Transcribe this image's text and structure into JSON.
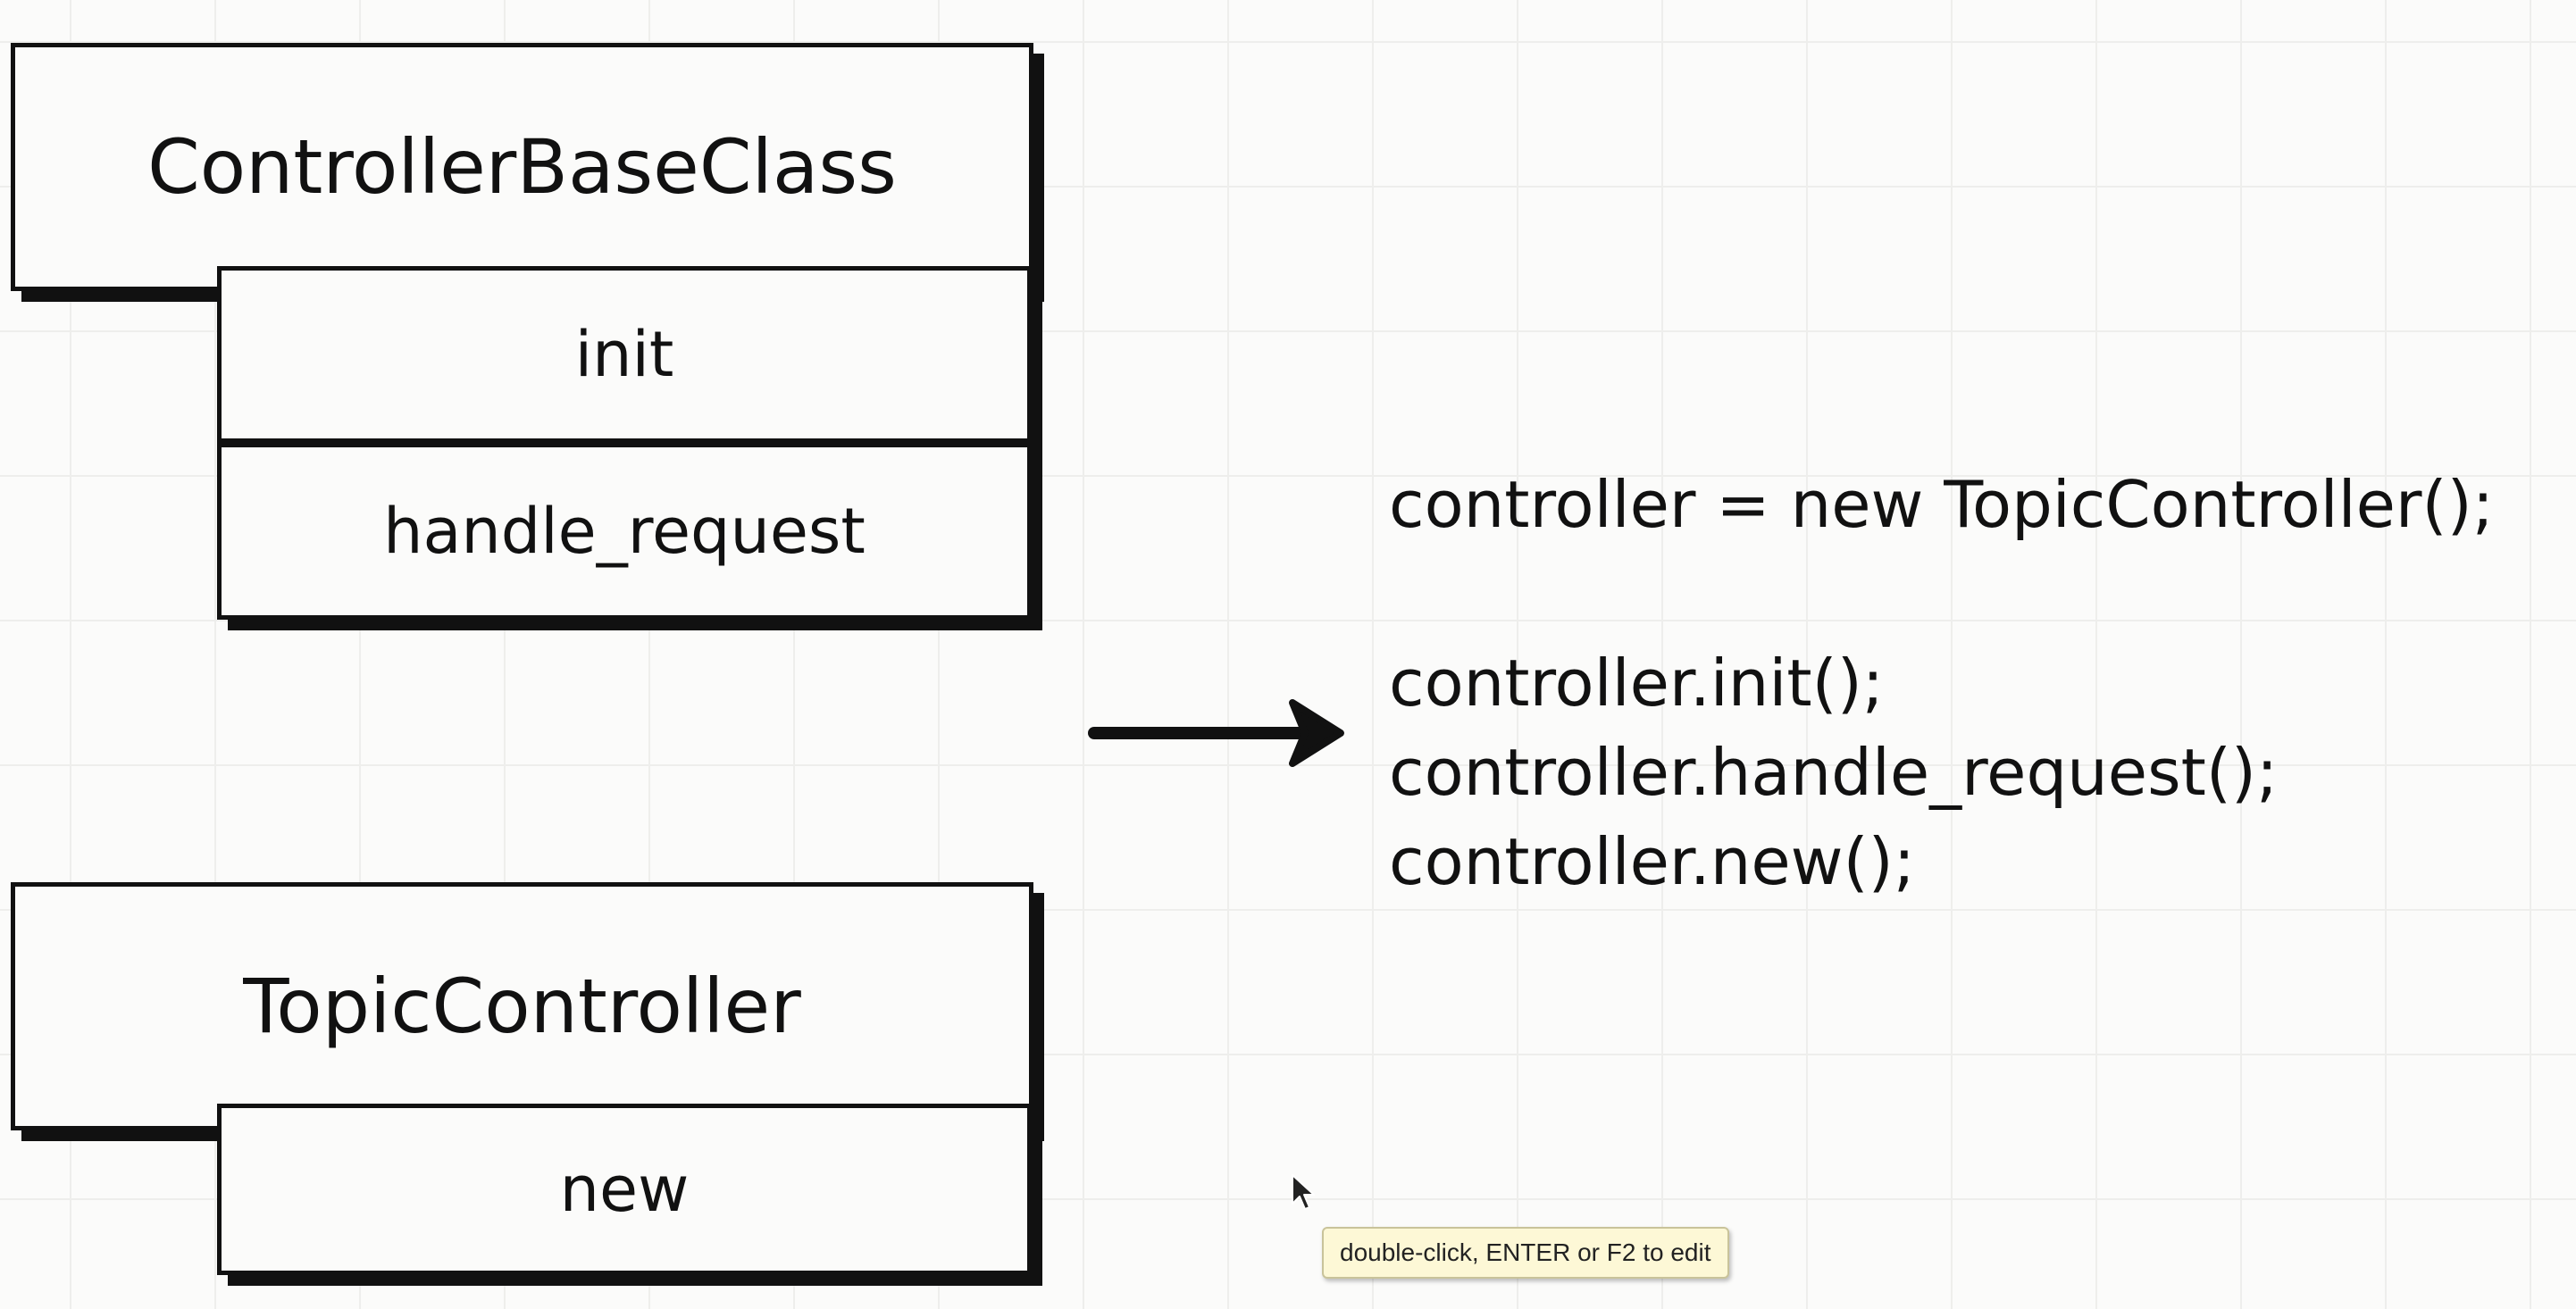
{
  "diagram": {
    "base_class": {
      "title": "ControllerBaseClass",
      "methods": [
        "init",
        "handle_request"
      ]
    },
    "sub_class": {
      "title": "TopicController",
      "methods": [
        "new"
      ]
    },
    "code": {
      "lines": [
        "controller = new TopicController();",
        "controller.init();",
        "controller.handle_request();",
        "controller.new();"
      ]
    }
  },
  "tooltip": {
    "text": "double-click, ENTER or F2 to edit"
  },
  "colors": {
    "ink": "#111111",
    "background": "#fbfbfa",
    "grid": "#eeeeec",
    "tooltip_bg": "#fdf8d6"
  },
  "icons": {
    "arrow": "right-arrow-icon",
    "cursor": "mouse-pointer-icon"
  }
}
